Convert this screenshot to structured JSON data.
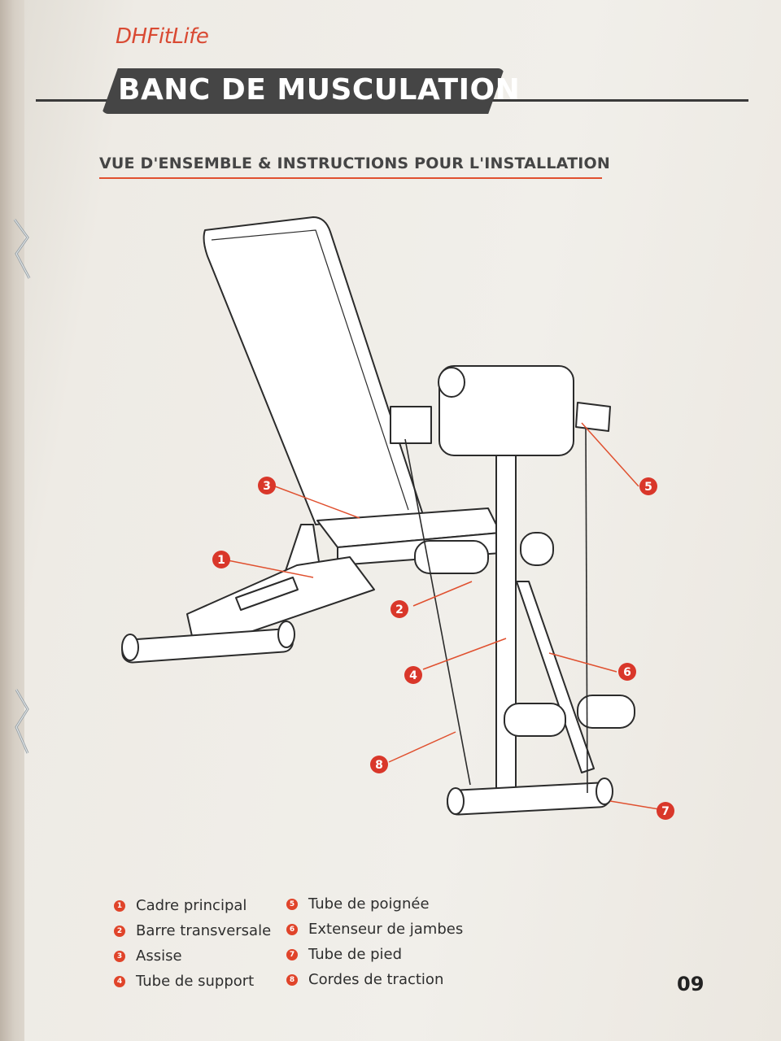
{
  "brand": {
    "prefix": "DH",
    "name": "FitLife"
  },
  "title": "BANC DE MUSCULATION",
  "subtitle": "VUE D'ENSEMBLE & INSTRUCTIONS POUR L'INSTALLATION",
  "callouts": [
    "1",
    "2",
    "3",
    "4",
    "5",
    "6",
    "7",
    "8"
  ],
  "legend": {
    "col1": [
      {
        "num": "1",
        "label": "Cadre principal"
      },
      {
        "num": "2",
        "label": "Barre transversale"
      },
      {
        "num": "3",
        "label": "Assise"
      },
      {
        "num": "4",
        "label": "Tube de support"
      }
    ],
    "col2": [
      {
        "num": "5",
        "label": "Tube de poignée"
      },
      {
        "num": "6",
        "label": "Extenseur de jambes"
      },
      {
        "num": "7",
        "label": "Tube de pied"
      },
      {
        "num": "8",
        "label": "Cordes de traction"
      }
    ]
  },
  "page_number": "09",
  "colors": {
    "accent": "#e0442a",
    "banner": "#454545",
    "text": "#2e2e2e"
  }
}
